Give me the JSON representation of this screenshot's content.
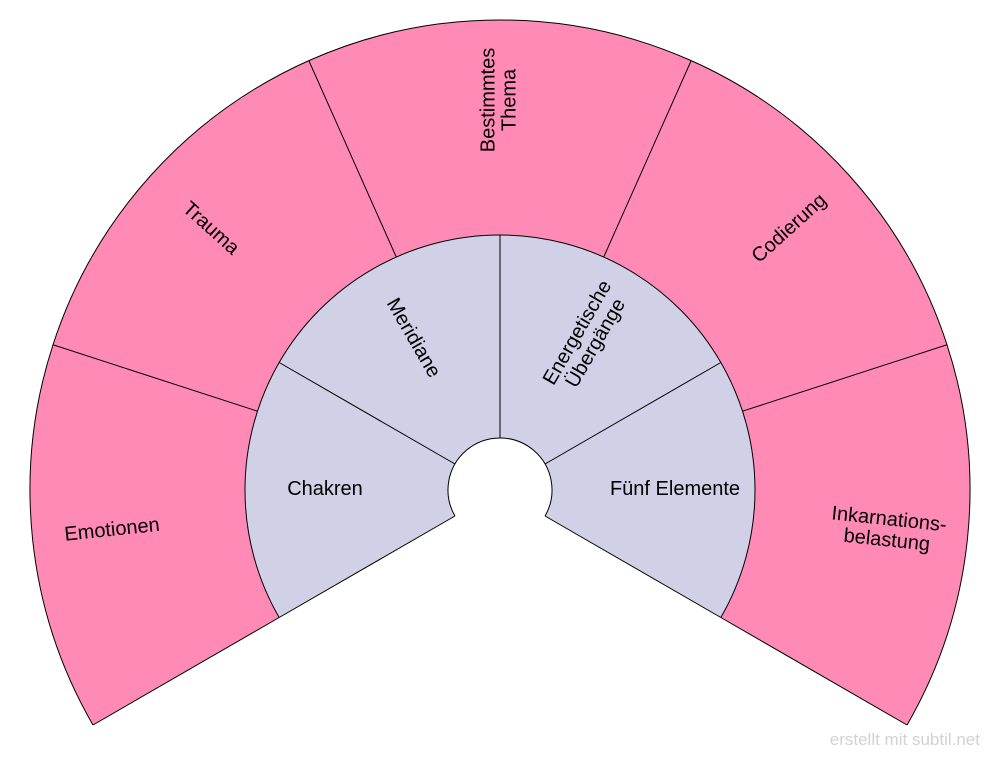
{
  "diagram": {
    "colors": {
      "outer_ring": "#ff8ab6",
      "inner_ring": "#d0d1e6",
      "stroke": "#000000",
      "background": "#ffffff",
      "watermark": "#d2d2d2"
    },
    "outer_segments": [
      {
        "id": "emotionen",
        "lines": [
          "Emotionen"
        ]
      },
      {
        "id": "trauma",
        "lines": [
          "Trauma"
        ]
      },
      {
        "id": "bestimmtes-thema",
        "lines": [
          "Bestimmtes",
          "Thema"
        ]
      },
      {
        "id": "codierung",
        "lines": [
          "Codierung"
        ]
      },
      {
        "id": "inkarnationsbelastung",
        "lines": [
          "Inkarnations-",
          "belastung"
        ]
      }
    ],
    "inner_segments": [
      {
        "id": "chakren",
        "lines": [
          "Chakren"
        ]
      },
      {
        "id": "meridiane",
        "lines": [
          "Meridiane"
        ]
      },
      {
        "id": "energetische-uebergaenge",
        "lines": [
          "Energetische",
          "Übergänge"
        ]
      },
      {
        "id": "fuenf-elemente",
        "lines": [
          "Fünf Elemente"
        ]
      }
    ]
  },
  "footer": {
    "watermark": "erstellt mit subtil.net"
  }
}
